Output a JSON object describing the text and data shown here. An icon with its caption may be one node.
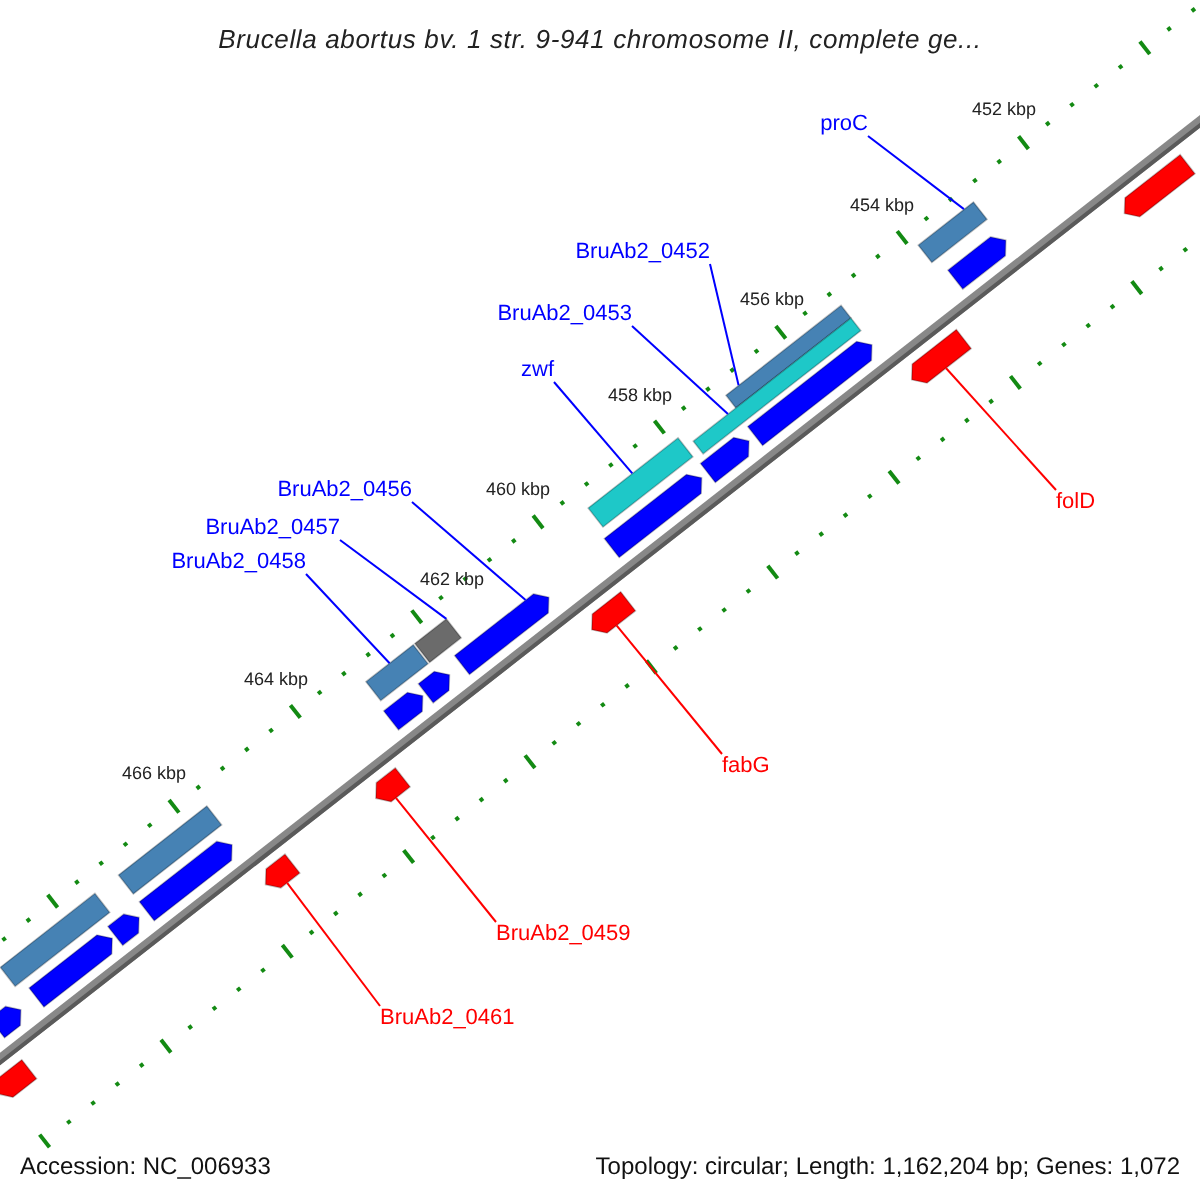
{
  "diagram": {
    "title": "Brucella abortus bv. 1 str. 9-941 chromosome II, complete ge...",
    "nodes": [
      {
        "text": [
          "proC"
        ]
      },
      {
        "text": [
          "BruAb2_0452"
        ]
      },
      {
        "text": [
          "BruAb2_0453"
        ]
      },
      {
        "text": [
          "zwf"
        ]
      },
      {
        "text": [
          "BruAb2_0456"
        ]
      },
      {
        "text": [
          "BruAb2_0457"
        ]
      },
      {
        "text": [
          "BruAb2_0458"
        ]
      },
      {
        "text": [
          "folD"
        ]
      },
      {
        "text": [
          "fabG"
        ]
      },
      {
        "text": [
          "BruAb2_0459"
        ]
      },
      {
        "text": [
          "BruAb2_0461"
        ]
      },
      {
        "text": [],
        "shape": "pentagon"
      },
      {
        "text": [],
        "shape": "bar"
      },
      {
        "text": [],
        "shape": "pentagon"
      },
      {
        "text": [],
        "shape": "pentagon"
      },
      {
        "text": [],
        "shape": "bar"
      },
      {
        "text": [],
        "shape": "pentagon"
      },
      {
        "text": [],
        "shape": "bar"
      },
      {
        "text": [],
        "shape": "pentagon"
      },
      {
        "text": [],
        "shape": "bar"
      },
      {
        "text": [],
        "shape": "pentagon"
      },
      {
        "text": [],
        "shape": "pentagon"
      },
      {
        "text": [],
        "shape": "pentagon"
      },
      {
        "text": [],
        "shape": "bar"
      },
      {
        "text": [],
        "shape": "pentagon"
      },
      {
        "text": [],
        "shape": "bar"
      },
      {
        "text": [],
        "shape": "pentagon"
      },
      {
        "text": [],
        "shape": "pentagon"
      },
      {
        "text": [],
        "shape": "bar"
      },
      {
        "text": [],
        "shape": "pentagon"
      },
      {
        "text": [],
        "shape": "pentagon"
      },
      {
        "text": [],
        "shape": "pentagon"
      },
      {
        "text": [],
        "shape": "bar"
      },
      {
        "text": [],
        "shape": "pentagon"
      },
      {
        "text": [],
        "shape": "pentagon"
      },
      {
        "text": [],
        "shape": "pentagon"
      }
    ],
    "edges": [
      {
        "from": 0,
        "to": 12,
        "arrow": "none"
      },
      {
        "from": 1,
        "to": 15,
        "arrow": "none"
      },
      {
        "from": 2,
        "to": 17,
        "arrow": "none"
      },
      {
        "from": 3,
        "to": 19,
        "arrow": "none"
      },
      {
        "from": 4,
        "to": 22,
        "arrow": "none"
      },
      {
        "from": 5,
        "to": 23,
        "arrow": "none"
      },
      {
        "from": 6,
        "to": 25,
        "arrow": "none"
      },
      {
        "from": 7,
        "to": 14,
        "arrow": "none",
        "color": "#ff0000"
      },
      {
        "from": 8,
        "to": 21,
        "arrow": "none",
        "color": "#ff0000"
      },
      {
        "from": 9,
        "to": 27,
        "arrow": "none",
        "color": "#ff0000"
      },
      {
        "from": 10,
        "to": 30,
        "arrow": "none",
        "color": "#ff0000"
      }
    ],
    "labels": [
      "452 kbp",
      "454 kbp",
      "456 kbp",
      "458 kbp",
      "460 kbp",
      "462 kbp",
      "464 kbp",
      "466 kbp",
      "Accession: NC_006933",
      "Topology: circular; Length: 1,162,204 bp; Genes: 1,072"
    ]
  }
}
